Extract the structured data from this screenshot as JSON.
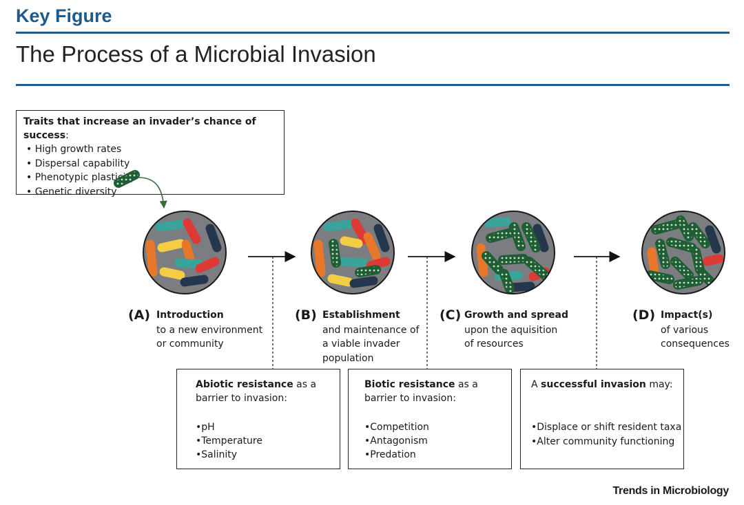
{
  "header": {
    "label": "Key Figure",
    "title": "The Process of a Microbial Invasion"
  },
  "traits_box": {
    "heading_bold": "Traits that increase an invader’s chance of success",
    "heading_tail": ":",
    "items": [
      "High growth rates",
      "Dispersal capability",
      "Phenotypic plasticity",
      "Genetic diversity"
    ]
  },
  "stages": [
    {
      "letter": "(A)",
      "heading": "Introduction",
      "description": "to a new environment\nor community"
    },
    {
      "letter": "(B)",
      "heading": "Establishment",
      "description": "and maintenance of\na viable invader\npopulation"
    },
    {
      "letter": "(C)",
      "heading": "Growth and spread",
      "description": "upon the aquisition\nof resources"
    },
    {
      "letter": "(D)",
      "heading": "Impact(s)",
      "description": "of various\nconsequences"
    }
  ],
  "barriers": [
    {
      "heading_bold": "Abiotic resistance",
      "heading_tail": " as a",
      "line2": "barrier to invasion:",
      "items": [
        "•pH",
        "•Temperature",
        "•Salinity"
      ]
    },
    {
      "heading_bold": "Biotic resistance",
      "heading_tail": " as a",
      "line2": "barrier to invasion:",
      "items": [
        "•Competition",
        "•Antagonism",
        "•Predation"
      ]
    },
    {
      "heading_pre": "A ",
      "heading_bold": "successful invasion",
      "heading_tail": " may:",
      "items": [
        "•Displace or shift resident taxa",
        "•Alter community functioning"
      ]
    }
  ],
  "credit": "Trends in Microbiology",
  "colors": {
    "brand_blue": "#1f5a8a",
    "dish_fill": "#7b7d80",
    "invader_green": "#1f5e35",
    "teal": "#3aa39a",
    "red": "#de3a35",
    "orange": "#e8772a",
    "yellow": "#f2cd45",
    "navy": "#24374d"
  }
}
